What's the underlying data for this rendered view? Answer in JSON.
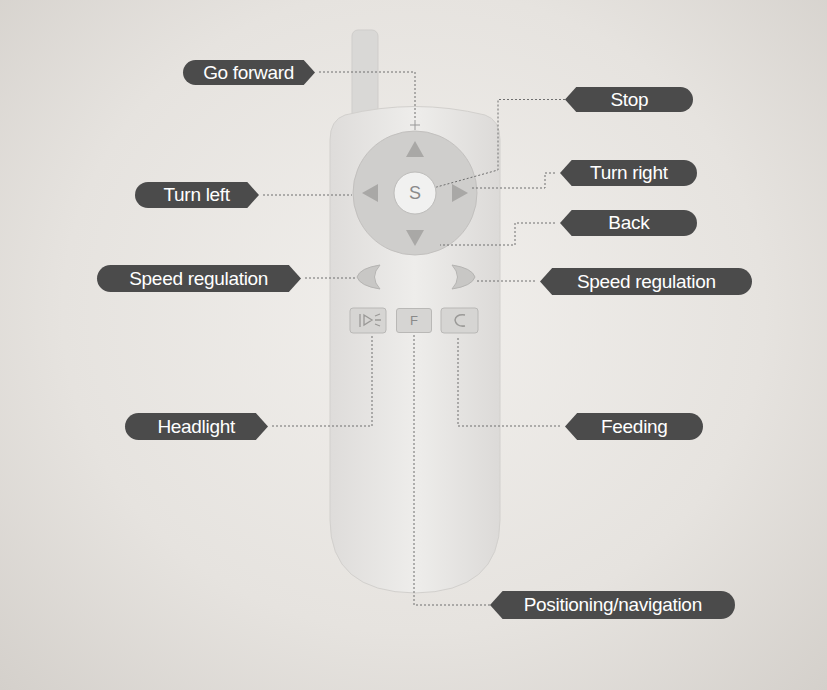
{
  "diagram": {
    "nodes": [
      {
        "text": [
          "Go forward"
        ]
      },
      {
        "text": [
          "Stop"
        ]
      },
      {
        "text": [
          "Turn right"
        ]
      },
      {
        "text": [
          "S"
        ]
      },
      {
        "text": [
          "Turn left"
        ]
      },
      {
        "text": [
          "Back"
        ]
      },
      {
        "text": [
          "Speed regulation"
        ]
      },
      {
        "text": [
          "Speed regulation"
        ]
      },
      {
        "text": [
          "F"
        ]
      },
      {
        "text": [
          "Headlight"
        ]
      },
      {
        "text": [
          "Feeding"
        ]
      },
      {
        "text": [
          "Positioning/navigation"
        ]
      }
    ],
    "edges": [
      {
        "from": 1,
        "to": 3,
        "arrow": "none"
      },
      {
        "from": 11,
        "to": 8,
        "arrow": "none"
      }
    ]
  }
}
